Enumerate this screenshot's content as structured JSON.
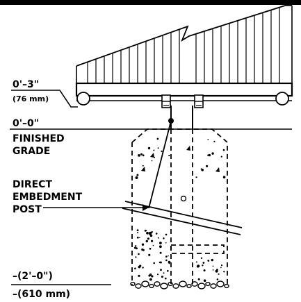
{
  "diagram": {
    "labels": {
      "top_height_imperial": "0'–3\"",
      "top_height_metric": "(76 mm)",
      "grade_elevation": "0'–0\"",
      "finished_grade_line1": "FINISHED",
      "finished_grade_line2": "GRADE",
      "post_line1": "DIRECT",
      "post_line2": "EMBEDMENT",
      "post_line3": "POST",
      "depth_imperial": "–(2'–0\")",
      "depth_metric": "–(610 mm)"
    }
  }
}
